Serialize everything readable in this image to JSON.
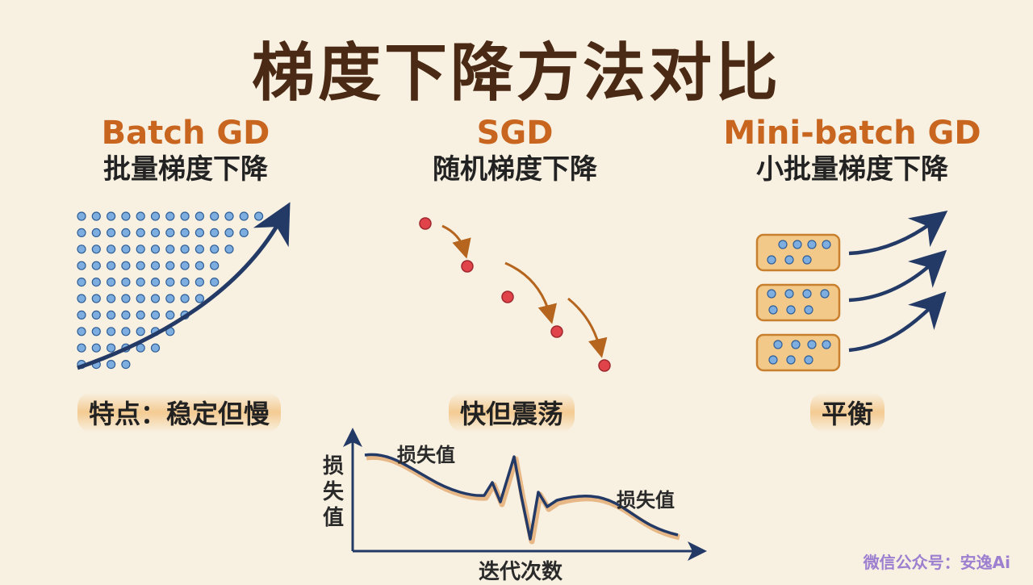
{
  "title": "梯度下降方法对比",
  "columns": [
    {
      "name_en": "Batch GD",
      "name_zh": "批量梯度下降",
      "tag": "特点：稳定但慢"
    },
    {
      "name_en": "SGD",
      "name_zh": "随机梯度下降",
      "tag": "快但震荡"
    },
    {
      "name_en": "Mini-batch GD",
      "name_zh": "小批量梯度下降",
      "tag": "平衡"
    }
  ],
  "loss_chart": {
    "ylabel": "损失值",
    "xlabel": "迭代次数",
    "curve_label_left": "损失值",
    "curve_label_right": "损失值"
  },
  "watermark": "微信公众号：安逸Ai",
  "colors": {
    "title": "#4a2a14",
    "accent_orange": "#c8651f",
    "dot_blue": "#7eaee0",
    "dot_red": "#e0434a",
    "arrow_navy": "#243a66",
    "arrow_brown": "#b5651d",
    "batch_box": "#f3c98a"
  }
}
